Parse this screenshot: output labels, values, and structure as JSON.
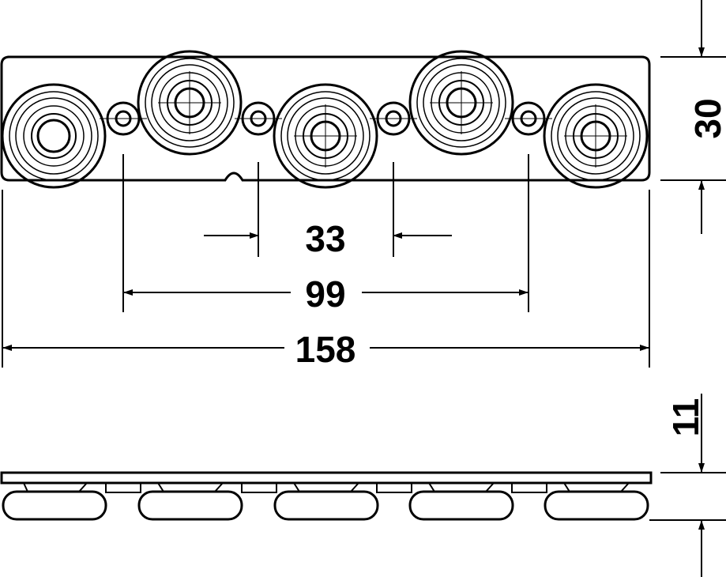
{
  "dimensions": {
    "width_total": "158",
    "hole_span": "99",
    "hole_pitch": "33",
    "plate_height": "30",
    "assembly_height": "11"
  },
  "top_view": {
    "roller_count": 5,
    "screw_hole_count": 4
  },
  "side_view": {
    "wheel_count": 5
  }
}
